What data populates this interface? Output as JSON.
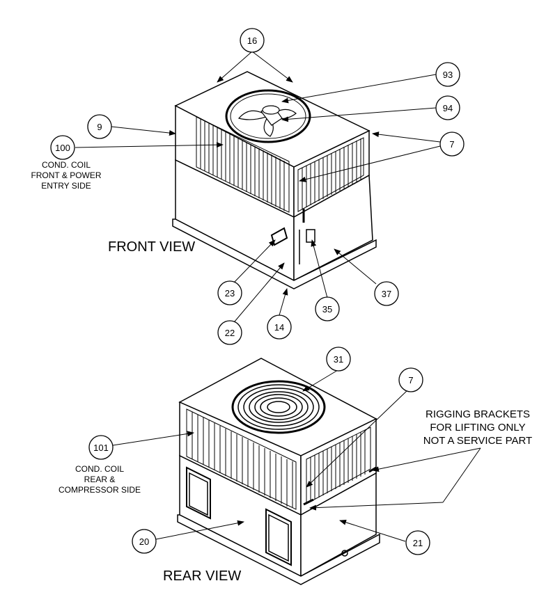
{
  "views": {
    "front_title": "FRONT VIEW",
    "rear_title": "REAR VIEW"
  },
  "notes": {
    "cond_coil_front": [
      "COND. COIL",
      "FRONT & POWER",
      "ENTRY SIDE"
    ],
    "cond_coil_rear": [
      "COND. COIL",
      "REAR &",
      "COMPRESSOR SIDE"
    ],
    "rigging": [
      "RIGGING BRACKETS",
      "FOR LIFTING ONLY",
      "NOT A SERVICE PART"
    ]
  },
  "callouts": {
    "c16": "16",
    "c93": "93",
    "c94": "94",
    "c9": "9",
    "c7_top": "7",
    "c100": "100",
    "c23": "23",
    "c22": "22",
    "c14": "14",
    "c35": "35",
    "c37": "37",
    "c31": "31",
    "c7_bottom": "7",
    "c101": "101",
    "c20": "20",
    "c21": "21"
  }
}
